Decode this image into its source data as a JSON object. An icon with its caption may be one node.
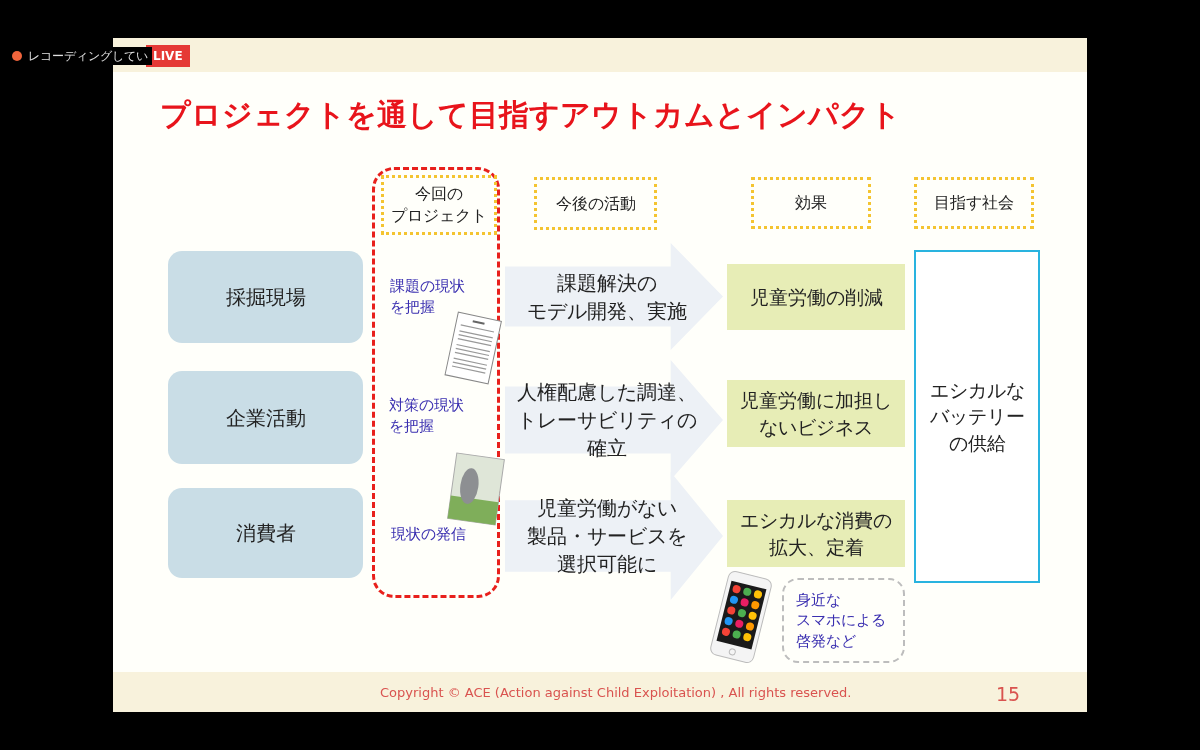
{
  "diagram": {
    "title": "プロジェクトを通して目指すアウトカムとインパクト",
    "nodes": [
      {
        "text": [],
        "shape": "box"
      },
      {
        "text": [
          "今回のプロジェクト"
        ],
        "in": 0
      },
      {
        "text": [
          "今後の活動"
        ]
      },
      {
        "text": [
          "効果"
        ]
      },
      {
        "text": [
          "目指す社会"
        ]
      },
      {
        "text": [
          "採掘現場"
        ]
      },
      {
        "text": [
          "課題解決のモデル開発、実施"
        ]
      },
      {
        "text": [
          "児童労働の削減"
        ]
      },
      {
        "text": [
          "エシカルなバッテリーの供給"
        ]
      },
      {
        "text": [
          "企業活動"
        ]
      },
      {
        "text": [
          "人権配慮した調達、トレーサビリティの確立"
        ]
      },
      {
        "text": [
          "児童労働に加担しないビジネス"
        ]
      },
      {
        "text": [
          "消費者"
        ]
      },
      {
        "text": [
          "児童労働がない製品・サービスを選択可能に"
        ]
      },
      {
        "text": [
          "エシカルな消費の拡大、定着"
        ]
      },
      {
        "text": [
          "身近なスマホによる啓発など"
        ]
      }
    ],
    "labels": [
      "レコーディングしてい",
      "LIVE",
      "課題の現状を把握",
      "対策の現状を把握",
      "現状の発信",
      "Copyright © ACE (Action against Child Exploitation) , All rights reserved.",
      "15"
    ]
  }
}
